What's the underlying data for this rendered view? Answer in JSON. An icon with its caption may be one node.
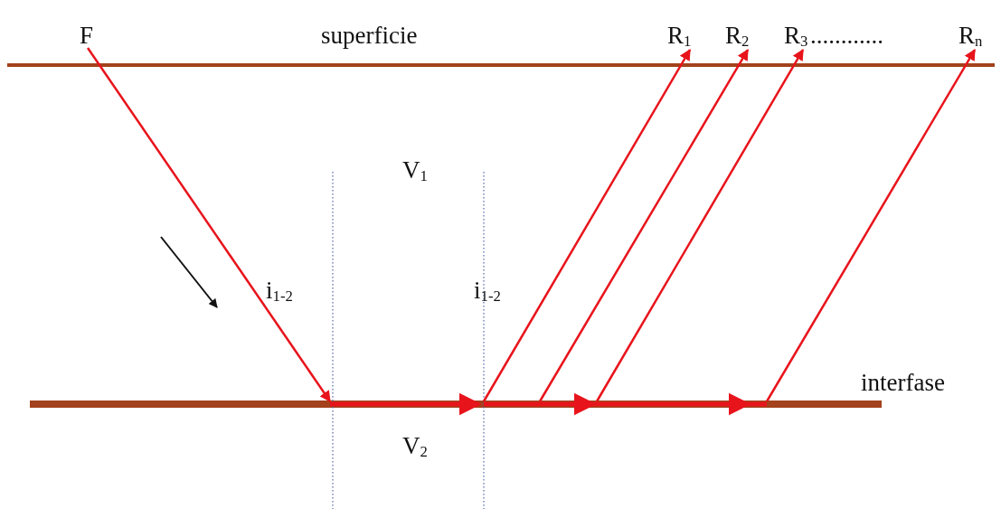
{
  "diagram": {
    "nodes": [
      {
        "text": [
          "F"
        ]
      },
      {
        "text": [
          "R$_{1}$"
        ]
      },
      {
        "text": [
          "R$_{2}$"
        ]
      },
      {
        "text": [
          "R$_{3}$"
        ]
      },
      {
        "text": [
          "R$_{n}$"
        ]
      },
      {
        "text": [],
        "shape": "bar"
      }
    ],
    "edges": [
      {
        "from": 0,
        "to": 5,
        "arrow": "to",
        "color": "#e8141c"
      },
      {
        "from": 5,
        "to": 1,
        "arrow": "to",
        "color": "#e8141c"
      },
      {
        "from": 5,
        "to": 2,
        "arrow": "to",
        "color": "#e8141c"
      },
      {
        "from": 5,
        "to": 3,
        "arrow": "to",
        "color": "#e8141c"
      },
      {
        "from": 5,
        "to": 4,
        "arrow": "to",
        "color": "#e8141c"
      }
    ],
    "labels": [
      "superficie",
      "............",
      "V$_{1}$",
      "i$_{1-2}$",
      "i$_{1-2}$",
      "interfase",
      "V$_{2}$"
    ]
  }
}
